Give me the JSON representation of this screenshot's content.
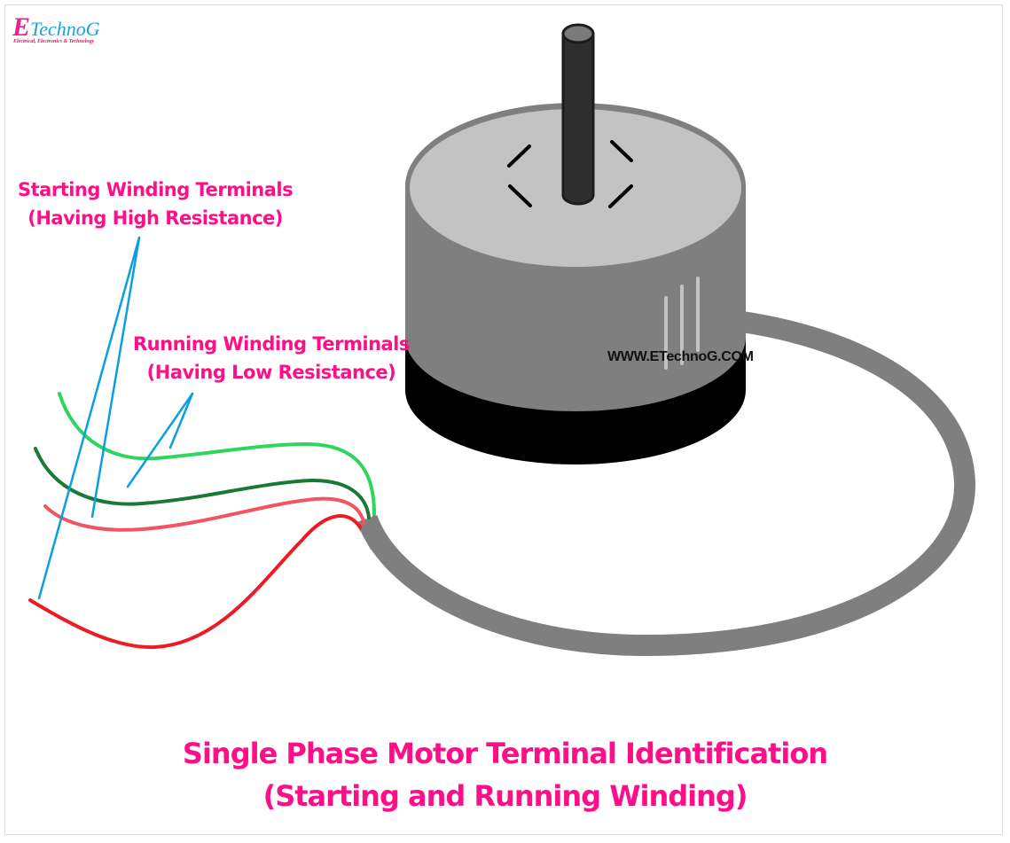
{
  "logo": {
    "initial": "E",
    "name": "TechnoG",
    "tagline": "Electrical, Electronics & Technology"
  },
  "labels": {
    "starting": {
      "line1": "Starting Winding Terminals",
      "line2": "(Having High Resistance)"
    },
    "running": {
      "line1": "Running Winding Terminals",
      "line2": "(Having Low Resistance)"
    }
  },
  "watermark": "WWW.ETechnoG.COM",
  "title": {
    "line1": "Single Phase Motor Terminal Identification",
    "line2": "(Starting and Running Winding)"
  },
  "colors": {
    "text_accent": "#ff0f87",
    "pointer": "#0aa0e0",
    "wire_light_green": "#2ed65e",
    "wire_dark_green": "#187a34",
    "wire_light_red": "#f05560",
    "wire_red": "#ec1c24",
    "motor_top": "#c3c3c3",
    "motor_body": "#7f7f7f",
    "motor_base": "#000000",
    "shaft": "#2e2e2e",
    "cable": "#7f7f7f"
  }
}
